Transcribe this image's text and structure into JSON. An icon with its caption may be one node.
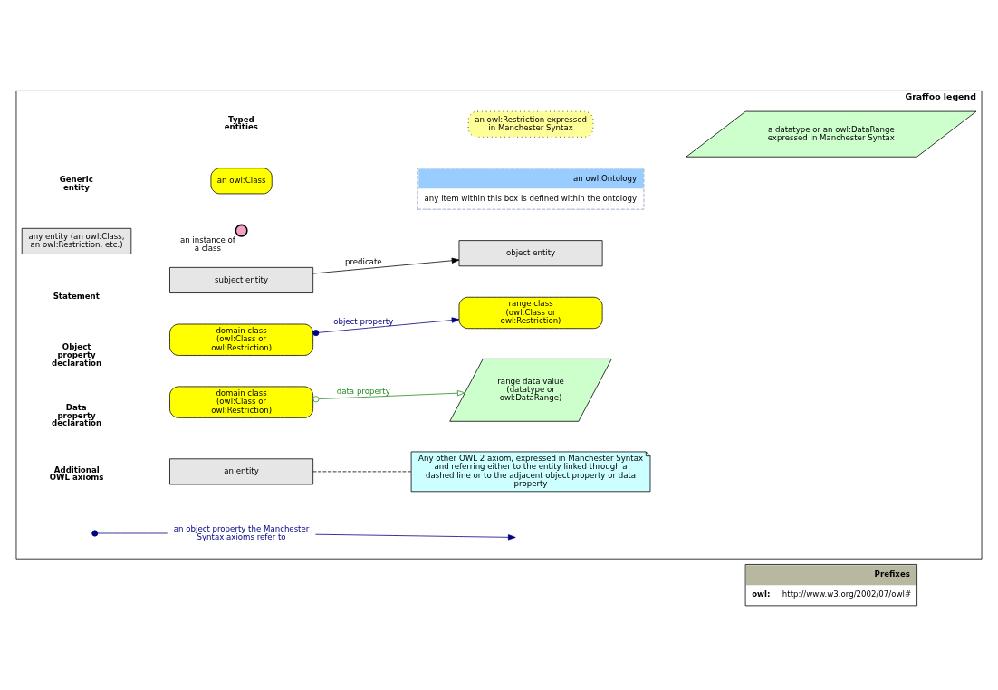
{
  "diagram": {
    "nodes": [
      {
        "text": [
          "Graffoo legend"
        ]
      },
      {
        "text": [
          "any entity (an owl:Class, an owl:Restriction, etc.)"
        ],
        "in": 0
      },
      {
        "text": [
          "an owl:Class"
        ],
        "in": 0
      },
      {
        "text": [
          "an owl:Restriction expressed in Manchester Syntax"
        ],
        "in": 0
      },
      {
        "text": [
          "a datatype or an owl:DataRange expressed in Manchester Syntax"
        ],
        "in": 0
      },
      {
        "text": [],
        "shape": "circle",
        "beside": [
          "an instance of a class"
        ],
        "in": 0
      },
      {
        "text": [
          "an owl:Ontology",
          "any item within this box is defined within the ontology"
        ],
        "in": 0
      },
      {
        "text": [
          "subject entity"
        ],
        "in": 0
      },
      {
        "text": [
          "object entity"
        ],
        "in": 0
      },
      {
        "text": [
          "domain class (owl:Class or owl:Restriction)"
        ],
        "in": 0
      },
      {
        "text": [
          "range class (owl:Class or owl:Restriction)"
        ],
        "in": 0
      },
      {
        "text": [
          "domain class (owl:Class or owl:Restriction)"
        ],
        "in": 0
      },
      {
        "text": [
          "range data value (datatype or owl:DataRange)"
        ],
        "in": 0
      },
      {
        "text": [
          "an entity"
        ],
        "in": 0
      },
      {
        "text": [
          "Any other OWL 2 axiom, expressed in Manchester Syntax and referring either to the entity linked through a dashed line or to the adjacent object property or data property"
        ],
        "in": 0
      },
      {
        "text": [
          "an object property the Manchester Syntax axioms refer to"
        ],
        "in": 0
      },
      {
        "text": [
          "Prefixes",
          "owl:",
          "http://www.w3.org/2002/07/owl#"
        ]
      }
    ],
    "edges": [
      {
        "from": 7,
        "to": 8,
        "arrow": "to",
        "label": "predicate",
        "color": "#000000"
      },
      {
        "from": 9,
        "to": 10,
        "arrow": "to",
        "label": "object property",
        "color": "#000080"
      },
      {
        "from": 11,
        "to": 12,
        "arrow": "to",
        "label": "data property",
        "color": "#228b22"
      },
      {
        "from": 13,
        "to": 14,
        "arrow": "none",
        "style": "dashed",
        "color": "#000000"
      },
      {
        "from": 15,
        "to": null,
        "arrow": "to",
        "color": "#000080"
      },
      {
        "from": null,
        "to": 15,
        "arrow": "other",
        "color": "#000080"
      }
    ],
    "labels": [
      "Generic entity",
      "Typed entities",
      "Statement",
      "Object property declaration",
      "Data property declaration",
      "Additional OWL axioms"
    ]
  }
}
